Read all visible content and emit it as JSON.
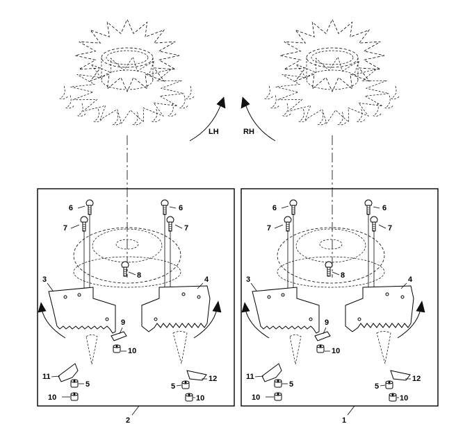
{
  "arrows": {
    "left_rotation": "LH",
    "right_rotation": "RH"
  },
  "panels": [
    {
      "id": "left",
      "number": "2",
      "callouts": [
        "6",
        "7",
        "6",
        "7",
        "8",
        "3",
        "4",
        "9",
        "10",
        "11",
        "5",
        "10",
        "5",
        "12",
        "10"
      ]
    },
    {
      "id": "right",
      "number": "1",
      "callouts": [
        "6",
        "7",
        "6",
        "7",
        "8",
        "3",
        "4",
        "9",
        "10",
        "11",
        "5",
        "10",
        "5",
        "12",
        "10"
      ]
    }
  ]
}
